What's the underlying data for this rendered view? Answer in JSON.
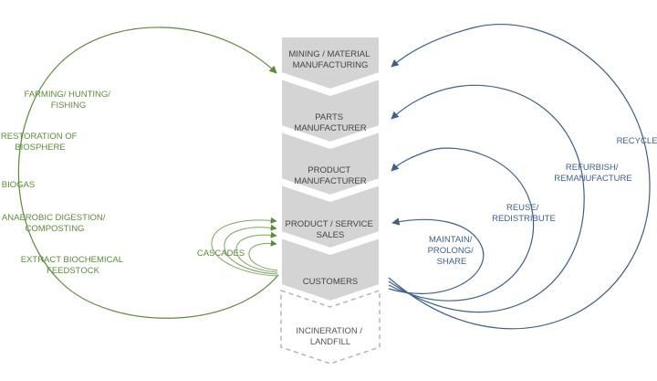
{
  "stages": [
    {
      "id": "mining",
      "lines": [
        "MINING / MATERIAL",
        "MANUFACTURING"
      ]
    },
    {
      "id": "parts",
      "lines": [
        "PARTS",
        "MANUFACTURER"
      ]
    },
    {
      "id": "product",
      "lines": [
        "PRODUCT",
        "MANUFACTURER"
      ]
    },
    {
      "id": "sales",
      "lines": [
        "PRODUCT / SERVICE",
        "SALES"
      ]
    },
    {
      "id": "customers",
      "lines": [
        "CUSTOMERS"
      ]
    },
    {
      "id": "incineration",
      "lines": [
        "INCINERATION /",
        "LANDFILL"
      ]
    }
  ],
  "left_labels": {
    "farming": [
      "FARMING/ HUNTING/",
      "FISHING"
    ],
    "restoration": [
      "RESTORATION OF",
      "BIOSPHERE"
    ],
    "biogas": [
      "BIOGAS"
    ],
    "anaerobic": [
      "ANAEROBIC DIGESTION/",
      "COMPOSTING"
    ],
    "extract": [
      "EXTRACT BIOCHEMICAL",
      "FEEDSTOCK"
    ],
    "cascades": [
      "CASCADES"
    ]
  },
  "right_labels": {
    "recycle": [
      "RECYCLE"
    ],
    "refurbish": [
      "REFURBISH/",
      "REMANUFACTURE"
    ],
    "reuse": [
      "REUSE/",
      "REDISTRIBUTE"
    ],
    "maintain": [
      "MAINTAIN/",
      "PROLONG/",
      "SHARE"
    ]
  },
  "colors": {
    "biological": "#5b8c3a",
    "technical": "#3d5f8f",
    "stage_fill": "#d4d4d4",
    "stage_stroke": "#ffffff",
    "landfill_stroke": "#b5b5b5"
  }
}
